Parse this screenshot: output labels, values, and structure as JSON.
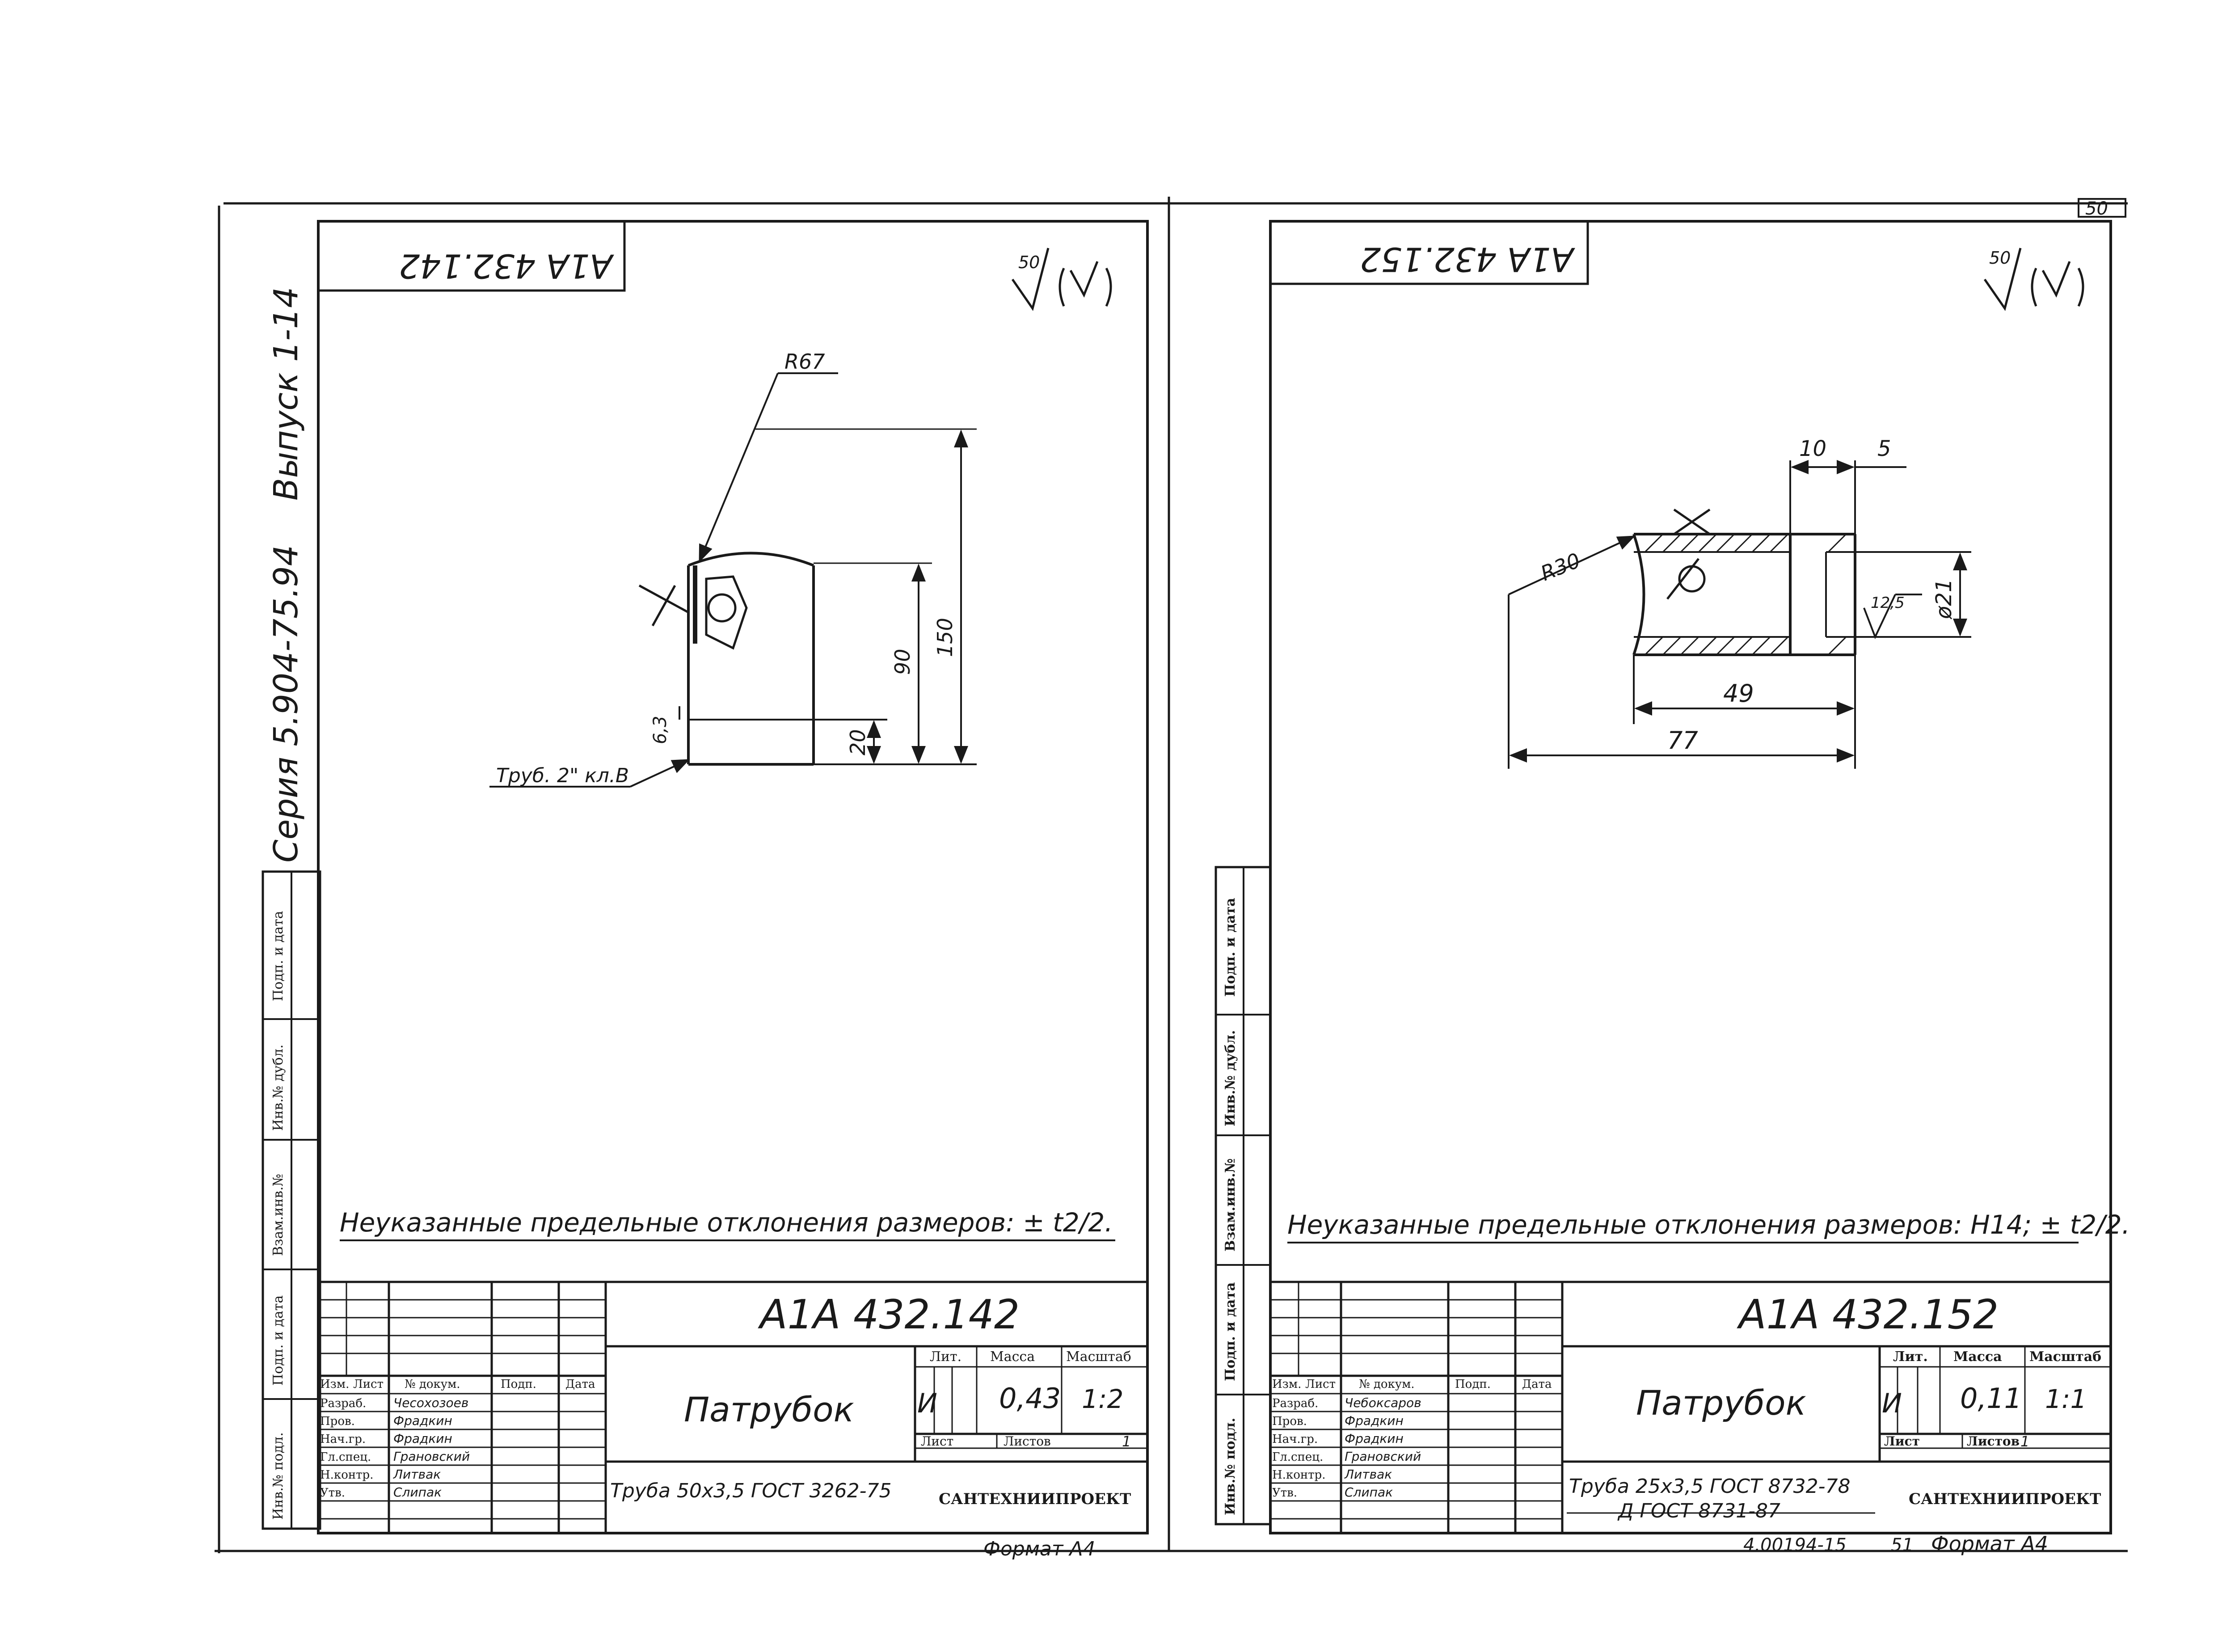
{
  "series_label": "Серия 5.904-75.94",
  "issue_label": "Выпуск 1-14",
  "corner_page_number": "50",
  "side_stamp": {
    "cells": [
      "Подп. и дата",
      "Инв.№ дубл.",
      "Взам.инв.№",
      "Подп. и дата",
      "Инв.№ подл."
    ]
  },
  "sheets": [
    {
      "rotated_code": "А1А 432.142",
      "roughness_value": "50",
      "dimensions": {
        "radius": "R67",
        "height_150": "150",
        "height_90": "90",
        "height_20": "20",
        "thread_size": "6,3",
        "thread_note": "Труб. 2\" кл.В"
      },
      "note": "Неуказанные предельные отклонения размеров: ± t2/2.",
      "title_block": {
        "designation": "А1А 432.142",
        "name": "Патрубок",
        "col_headers": [
          "Изм.",
          "Лист",
          "№ докум.",
          "Подп.",
          "Дата"
        ],
        "roles": [
          {
            "role": "Разраб.",
            "name": "Чесохозоев"
          },
          {
            "role": "Пров.",
            "name": "Фрадкин"
          },
          {
            "role": "Нач.гр.",
            "name": "Фрадкин"
          },
          {
            "role": "Гл.спец.",
            "name": "Грановский"
          },
          {
            "role": "Н.контр.",
            "name": "Литвак"
          },
          {
            "role": "Утв.",
            "name": "Слипак"
          }
        ],
        "lit_label": "Лит.",
        "mass_label": "Масса",
        "scale_label": "Масштаб",
        "lit_value": "И",
        "mass_value": "0,43",
        "scale_value": "1:2",
        "sheet_label": "Лист",
        "sheets_label": "Листов",
        "sheets_value": "1",
        "material": "Труба 50х3,5 ГОСТ 3262-75",
        "organization": "САНТЕХНИИПРОЕКТ"
      },
      "format": "Формат А4"
    },
    {
      "rotated_code": "А1А 432.152",
      "roughness_value": "50",
      "dimensions": {
        "dim_10": "10",
        "dim_5": "5",
        "radius": "R30",
        "roughness_12_5": "12,5",
        "diameter": "ø21",
        "length_49": "49",
        "length_77": "77"
      },
      "note": "Неуказанные предельные отклонения размеров: Н14; ± t2/2.",
      "title_block": {
        "designation": "А1А 432.152",
        "name": "Патрубок",
        "col_headers": [
          "Изм.",
          "Лист",
          "№ докум.",
          "Подп.",
          "Дата"
        ],
        "roles": [
          {
            "role": "Разраб.",
            "name": "Чебоксаров"
          },
          {
            "role": "Пров.",
            "name": "Фрадкин"
          },
          {
            "role": "Нач.гр.",
            "name": "Фрадкин"
          },
          {
            "role": "Гл.спец.",
            "name": "Грановский"
          },
          {
            "role": "Н.контр.",
            "name": "Литвак"
          },
          {
            "role": "Утв.",
            "name": "Слипак"
          }
        ],
        "lit_label": "Лит.",
        "mass_label": "Масса",
        "scale_label": "Масштаб",
        "lit_value": "И",
        "mass_value": "0,11",
        "scale_value": "1:1",
        "sheet_label": "Лист",
        "sheets_label": "Листов",
        "sheets_value": "1",
        "material_line1": "Труба 25х3,5 ГОСТ 8732-78",
        "material_line2": "Д ГОСТ 8731-87",
        "organization": "САНТЕХНИИПРОЕКТ"
      },
      "archive_number": "4.00194-15",
      "page_number": "51",
      "format": "Формат А4"
    }
  ]
}
